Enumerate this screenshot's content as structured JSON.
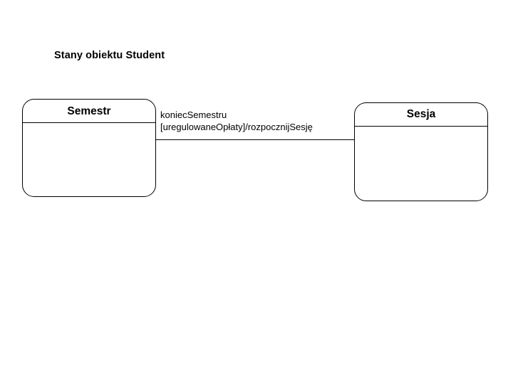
{
  "diagram": {
    "title": "Stany obiektu Student",
    "type": "uml-state-diagram",
    "background_color": "#ffffff",
    "line_color": "#000000",
    "states": [
      {
        "id": "semestr",
        "name": "Semestr",
        "compartment_text": ""
      },
      {
        "id": "sesja",
        "name": "Sesja",
        "compartment_text": ""
      }
    ],
    "transitions": [
      {
        "id": "semestr-to-sesja",
        "from": "semestr",
        "to": "sesja",
        "trigger": "koniecSemestru",
        "guard_and_action": "[uregulowaneOpłaty]/rozpocznijSesję"
      }
    ]
  }
}
